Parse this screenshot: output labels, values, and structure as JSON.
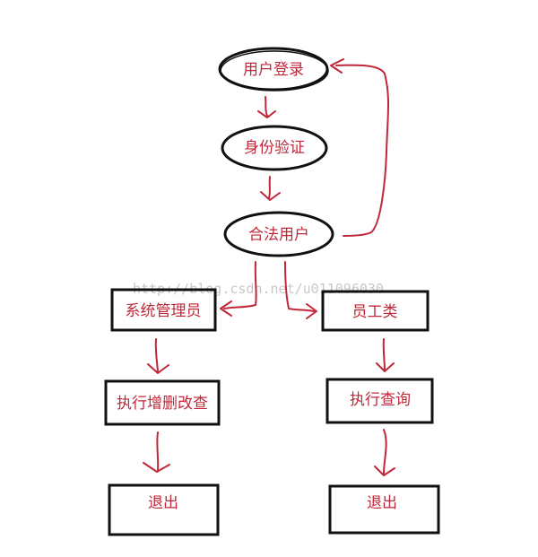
{
  "diagram": {
    "nodes": {
      "login": "用户登录",
      "verify": "身份验证",
      "legal_user": "合法用户",
      "admin": "系统管理员",
      "employee": "员工类",
      "admin_action": "执行增删改查",
      "employee_action": "执行查询",
      "admin_exit": "退出",
      "employee_exit": "退出"
    },
    "watermark": "http://blog.csdn.net/u011096030",
    "colors": {
      "border": "#111111",
      "text": "#c0283a",
      "arrow": "#c0283a",
      "watermark": "#c8c8c8",
      "background": "#ffffff"
    }
  }
}
